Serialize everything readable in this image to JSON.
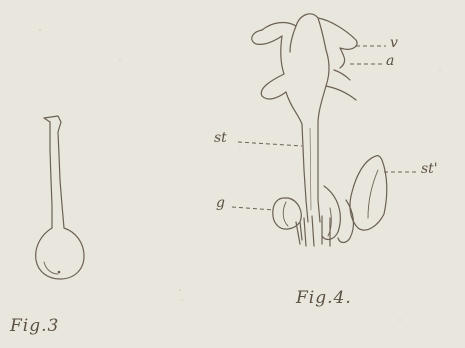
{
  "plate": {
    "paper_color": "#e9e6dd",
    "ink_color": "#5a5142"
  },
  "figures": {
    "fig3": {
      "caption": "Fig.3"
    },
    "fig4": {
      "caption": "Fig.4.",
      "labels": {
        "v": "v",
        "a": "a",
        "st": "st",
        "st_prime": "st'",
        "g": "g"
      }
    }
  }
}
